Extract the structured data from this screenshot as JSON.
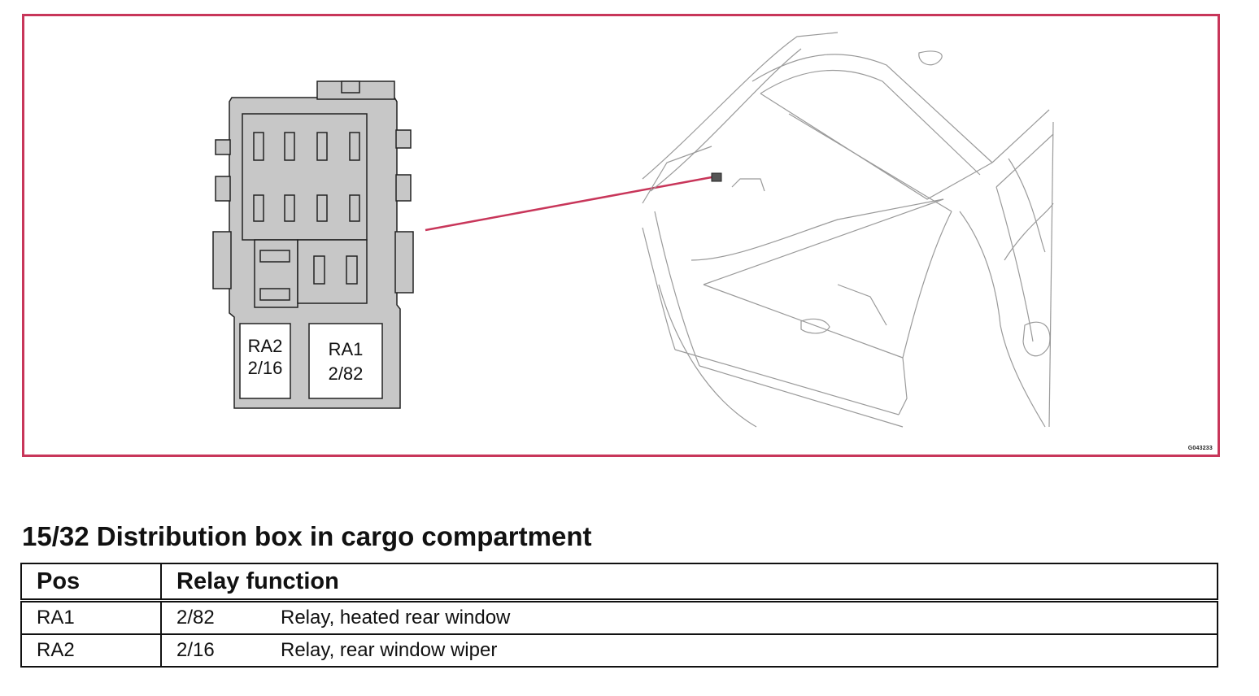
{
  "figure": {
    "box_labels": [
      {
        "id": "RA2",
        "code": "2/16"
      },
      {
        "id": "RA1",
        "code": "2/82"
      }
    ],
    "image_id": "G043233",
    "frame_color": "#c8365a",
    "leader_color": "#c8365a"
  },
  "section": {
    "title": "15/32 Distribution box in cargo compartment"
  },
  "table": {
    "headers": [
      "Pos",
      "Relay function"
    ],
    "rows": [
      {
        "pos": "RA1",
        "code": "2/82",
        "function": "Relay, heated rear window"
      },
      {
        "pos": "RA2",
        "code": "2/16",
        "function": "Relay, rear window wiper"
      }
    ]
  }
}
